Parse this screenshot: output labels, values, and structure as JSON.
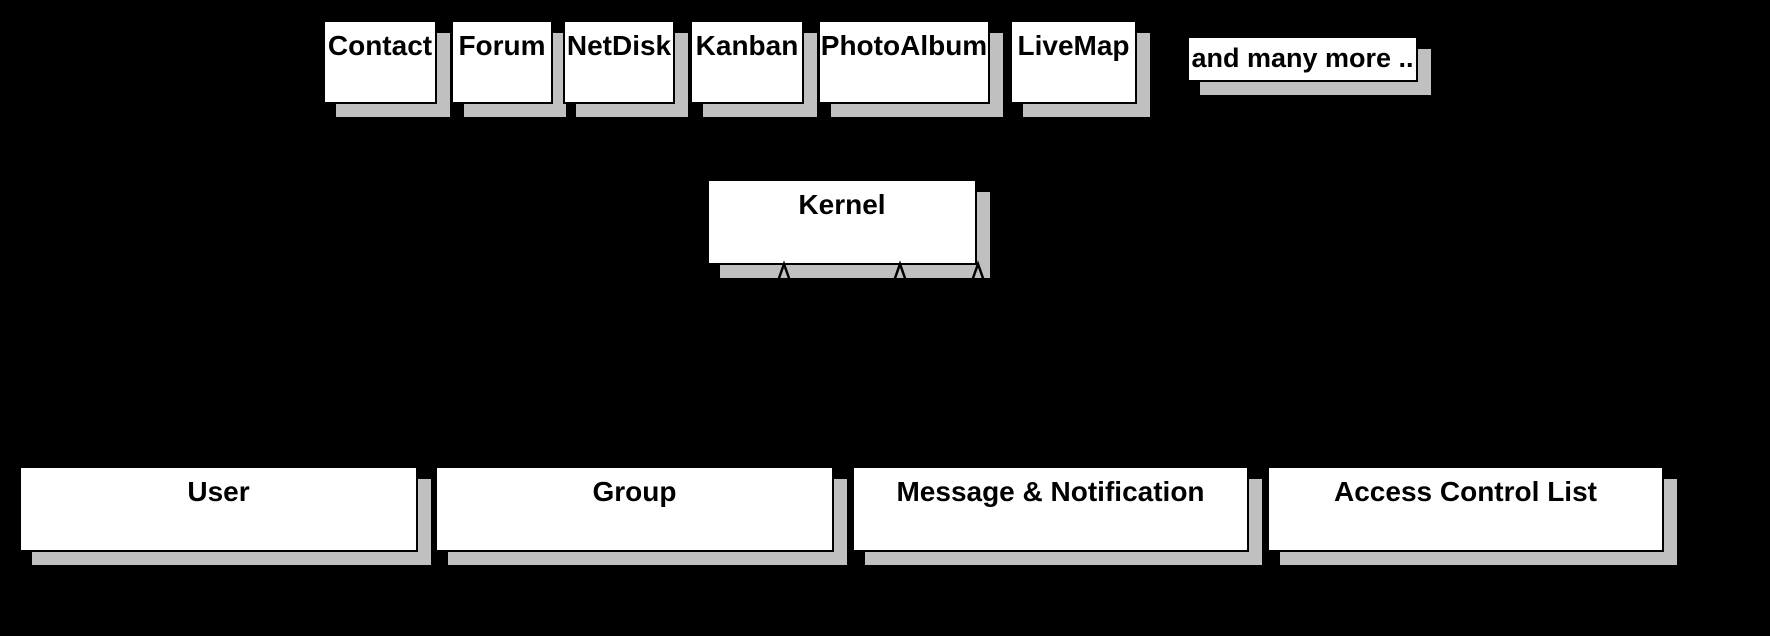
{
  "diagram": {
    "background_color": "#000000",
    "node_fill_color": "#ffffff",
    "node_border_color": "#000000",
    "shadow_color": "#c0c0c0",
    "text_color": "#000000",
    "apps": {
      "contact": "Contact",
      "forum": "Forum",
      "netdisk": "NetDisk",
      "kanban": "Kanban",
      "photoalbum": "PhotoAlbum",
      "livemap": "LiveMap",
      "more": "and many more .."
    },
    "kernel": {
      "label": "Kernel"
    },
    "core_modules": {
      "user": "User",
      "group": "Group",
      "message": "Message & Notification",
      "acl": "Access Control List"
    }
  }
}
